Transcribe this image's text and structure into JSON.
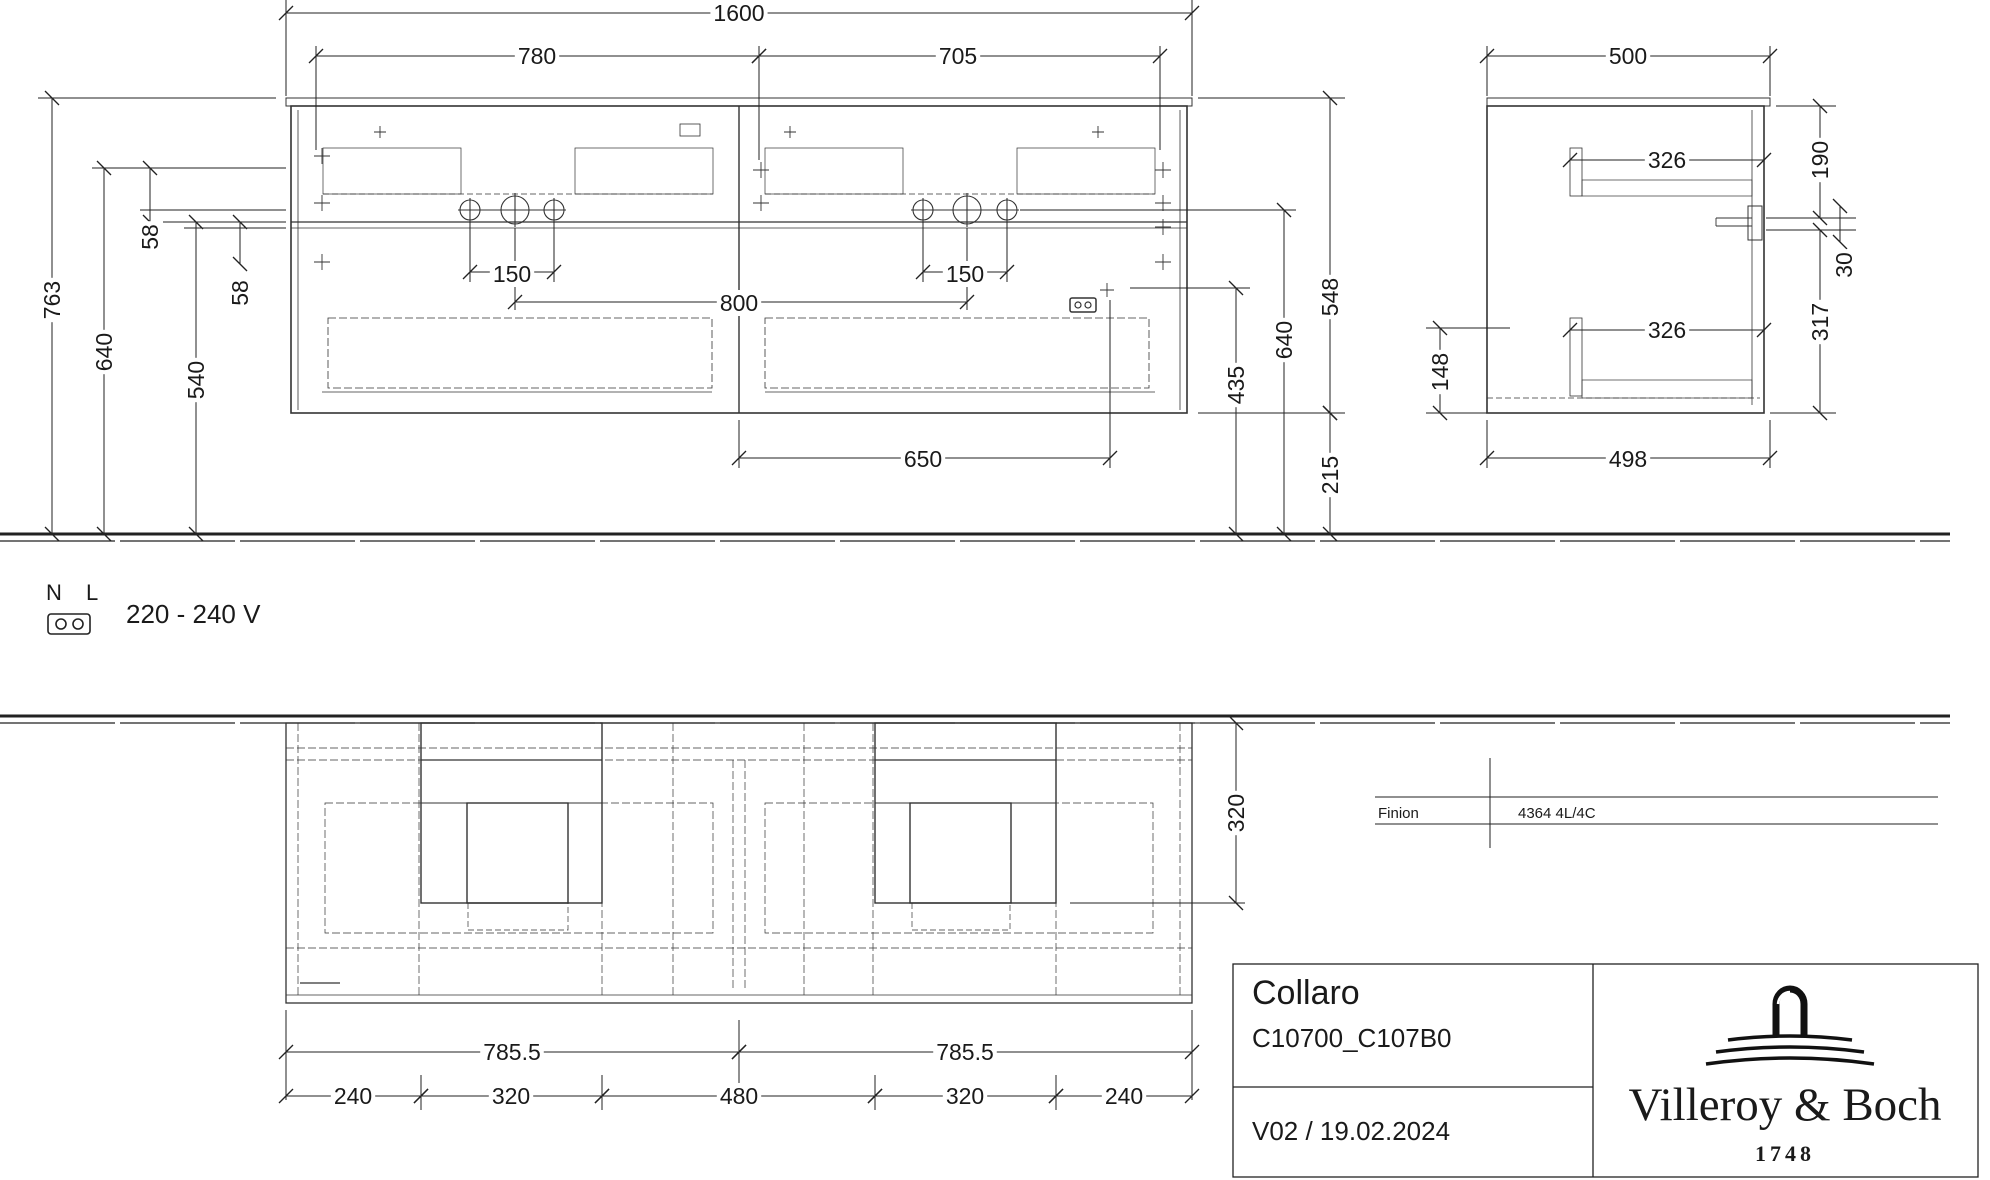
{
  "dims": {
    "overall_width": "1600",
    "left_offset": "780",
    "right_offset": "705",
    "tap_spacing_left": "150",
    "tap_spacing_right": "150",
    "tap_centers": "800",
    "socket_offset": "650",
    "height_total": "763",
    "height_640_left": "640",
    "height_540": "540",
    "gap_58_a": "58",
    "gap_58_b": "58",
    "height_435": "435",
    "height_640_right": "640",
    "height_548": "548",
    "height_215": "215",
    "side_depth_top": "500",
    "side_326_top": "326",
    "side_326_bottom": "326",
    "side_depth_bottom": "498",
    "side_190": "190",
    "side_30": "30",
    "side_317": "317",
    "side_148": "148",
    "plan_320": "320",
    "plan_785_left": "785.5",
    "plan_785_right": "785.5",
    "plan_240_left": "240",
    "plan_320_left": "320",
    "plan_480": "480",
    "plan_320_right": "320",
    "plan_240_right": "240"
  },
  "power": {
    "n_label": "N",
    "l_label": "L",
    "voltage": "220 - 240 V"
  },
  "finish": {
    "label": "Finion",
    "code": "4364 4L/4C"
  },
  "title_block": {
    "product": "Collaro",
    "article": "C10700_C107B0",
    "version": "V02 / 19.02.2024",
    "brand": "Villeroy & Boch",
    "year": "1748"
  }
}
